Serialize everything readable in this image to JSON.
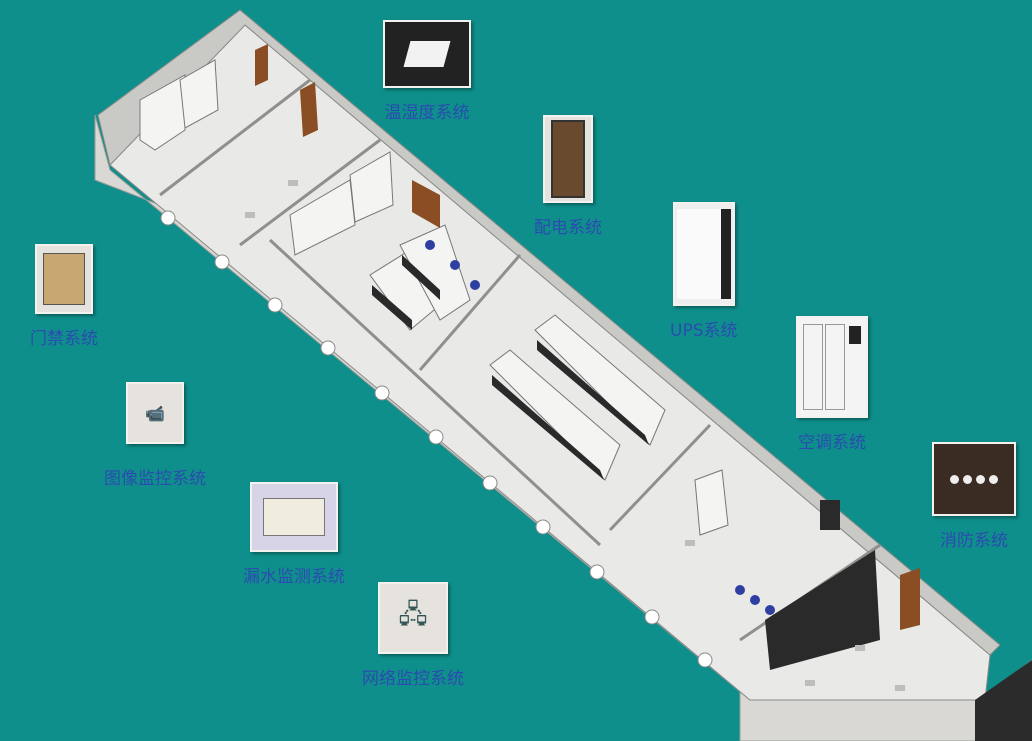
{
  "title": "机房监控系统",
  "colors": {
    "background": "#0f8f8b",
    "label": "#2a4cb0"
  },
  "systems": [
    {
      "id": "temp-humidity",
      "label": "温湿度系统",
      "icon": "sensor-box-icon"
    },
    {
      "id": "power",
      "label": "配电系统",
      "icon": "power-cabinet-icon"
    },
    {
      "id": "ups",
      "label": "UPS系统",
      "icon": "ups-cabinet-icon"
    },
    {
      "id": "ac",
      "label": "空调系统",
      "icon": "air-conditioner-icon"
    },
    {
      "id": "fire",
      "label": "消防系统",
      "icon": "fire-detector-icon"
    },
    {
      "id": "access",
      "label": "门禁系统",
      "icon": "keypad-icon"
    },
    {
      "id": "video",
      "label": "图像监控系统",
      "icon": "camera-icon"
    },
    {
      "id": "leak",
      "label": "漏水监测系统",
      "icon": "leak-panel-icon"
    },
    {
      "id": "network",
      "label": "网络监控系统",
      "icon": "network-icon"
    }
  ]
}
